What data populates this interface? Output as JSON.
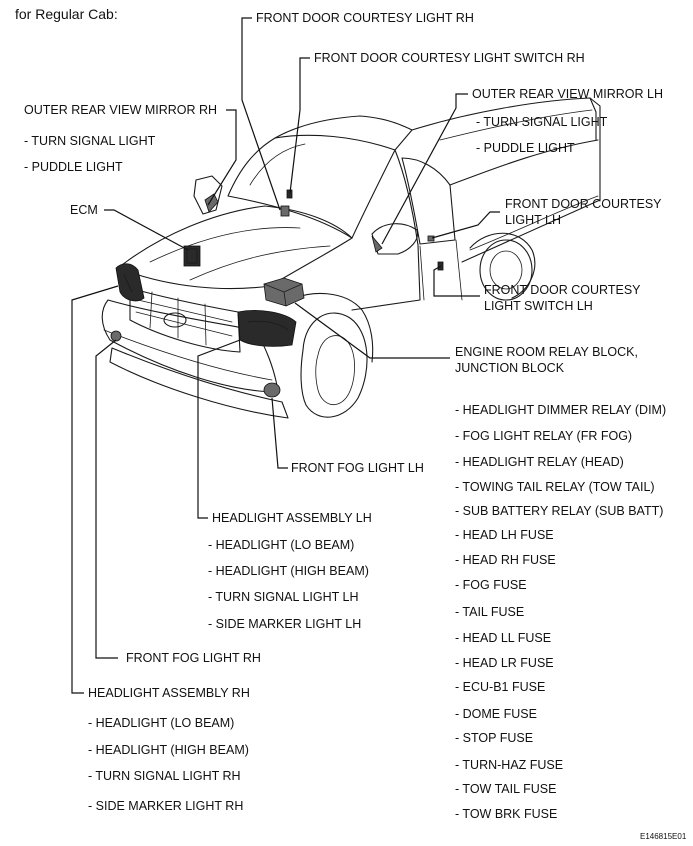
{
  "header": "for Regular Cab:",
  "figure_code": "E146815E01",
  "labels": {
    "front_door_courtesy_light_rh": "FRONT DOOR COURTESY LIGHT RH",
    "front_door_courtesy_light_switch_rh": "FRONT DOOR COURTESY LIGHT SWITCH RH",
    "outer_mirror_rh": "OUTER REAR VIEW MIRROR RH",
    "outer_mirror_rh_items": [
      "- TURN SIGNAL LIGHT",
      "- PUDDLE LIGHT"
    ],
    "outer_mirror_lh": "OUTER REAR VIEW MIRROR LH",
    "outer_mirror_lh_items": [
      "- TURN SIGNAL LIGHT",
      "- PUDDLE LIGHT"
    ],
    "ecm": "ECM",
    "front_door_courtesy_light_lh": [
      "FRONT DOOR COURTESY",
      "LIGHT LH"
    ],
    "front_door_courtesy_light_switch_lh": [
      "FRONT DOOR COURTESY",
      "LIGHT SWITCH LH"
    ],
    "engine_room_relay_block": [
      "ENGINE ROOM RELAY BLOCK,",
      "JUNCTION BLOCK"
    ],
    "relay_block_items": [
      "- HEADLIGHT DIMMER RELAY (DIM)",
      "- FOG LIGHT RELAY (FR FOG)",
      "- HEADLIGHT RELAY (HEAD)",
      "- TOWING TAIL RELAY (TOW TAIL)",
      "- SUB BATTERY RELAY (SUB BATT)",
      "- HEAD LH FUSE",
      "- HEAD RH FUSE",
      "- FOG FUSE",
      "- TAIL FUSE",
      "- HEAD LL FUSE",
      "- HEAD LR FUSE",
      "- ECU-B1 FUSE",
      "- DOME FUSE",
      "- STOP FUSE",
      "- TURN-HAZ FUSE",
      "- TOW TAIL FUSE",
      "- TOW BRK FUSE"
    ],
    "front_fog_light_lh": "FRONT FOG LIGHT LH",
    "headlight_assembly_lh": "HEADLIGHT ASSEMBLY LH",
    "headlight_assembly_lh_items": [
      "- HEADLIGHT (LO BEAM)",
      "- HEADLIGHT (HIGH BEAM)",
      "- TURN SIGNAL LIGHT LH",
      "- SIDE MARKER LIGHT LH"
    ],
    "front_fog_light_rh": "FRONT FOG LIGHT RH",
    "headlight_assembly_rh": "HEADLIGHT ASSEMBLY RH",
    "headlight_assembly_rh_items": [
      "- HEADLIGHT (LO BEAM)",
      "- HEADLIGHT (HIGH BEAM)",
      "- TURN SIGNAL LIGHT RH",
      "- SIDE MARKER LIGHT RH"
    ]
  }
}
